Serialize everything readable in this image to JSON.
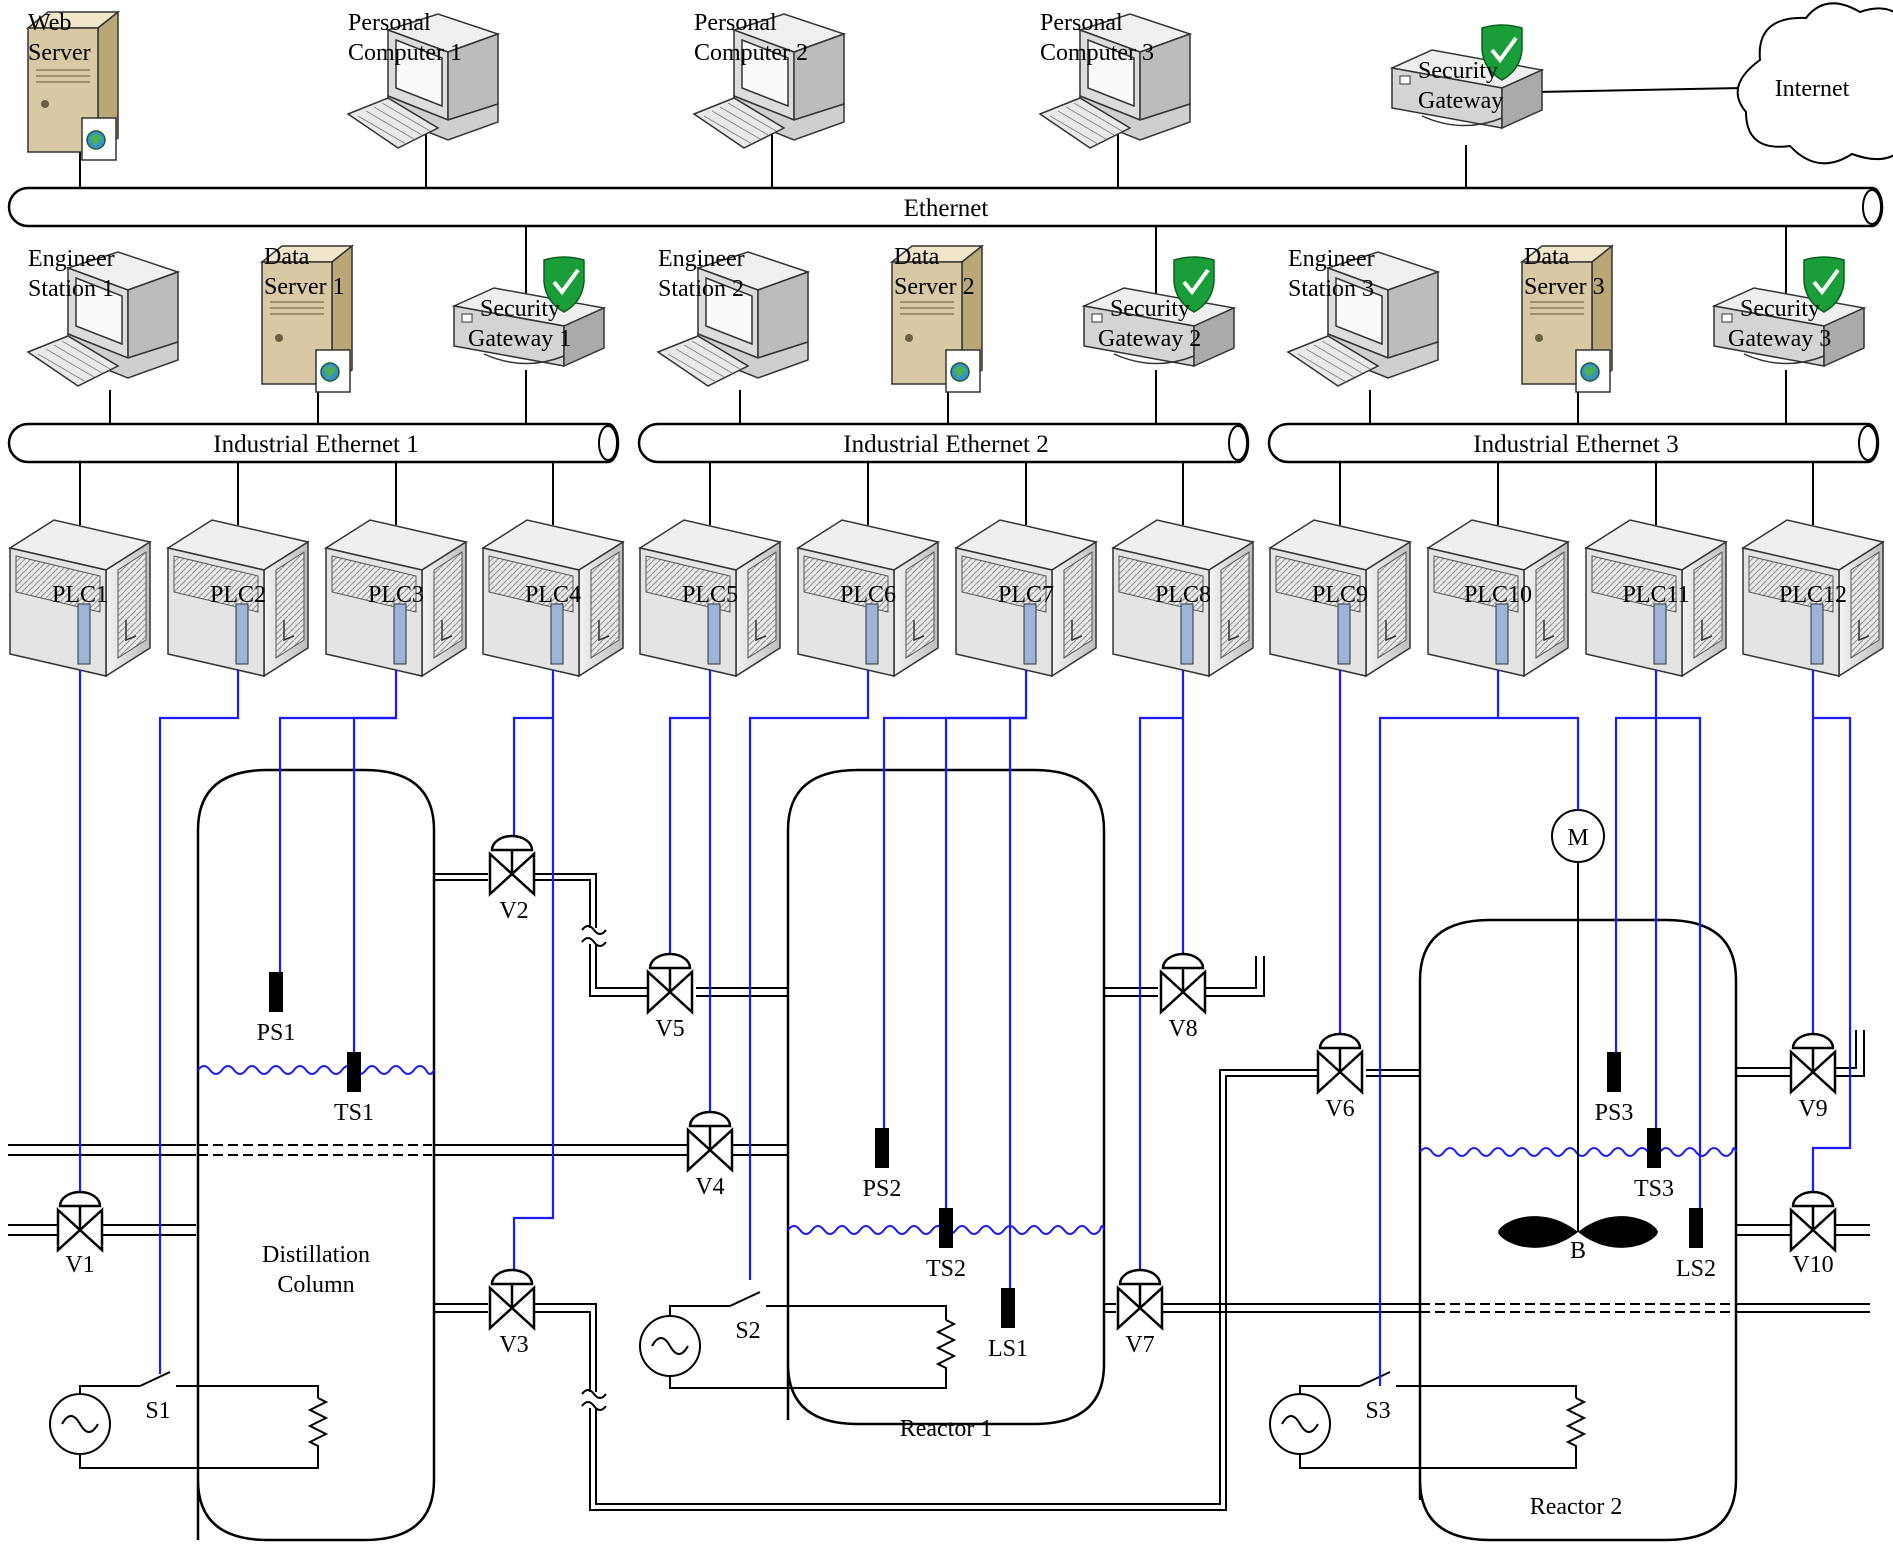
{
  "ethernet": "Ethernet",
  "industrial": [
    "Industrial Ethernet 1",
    "Industrial Ethernet 2",
    "Industrial Ethernet 3"
  ],
  "top_devices": [
    {
      "kind": "server",
      "lines": [
        "Web",
        "Server"
      ]
    },
    {
      "kind": "pc",
      "lines": [
        "Personal",
        "Computer 1"
      ]
    },
    {
      "kind": "pc",
      "lines": [
        "Personal",
        "Computer 2"
      ]
    },
    {
      "kind": "pc",
      "lines": [
        "Personal",
        "Computer 3"
      ]
    },
    {
      "kind": "gateway",
      "lines": [
        "Security",
        "Gateway"
      ]
    }
  ],
  "internet": "Internet",
  "engineer_stations": [
    [
      "Engineer",
      "Station 1"
    ],
    [
      "Engineer",
      "Station 2"
    ],
    [
      "Engineer",
      "Station 3"
    ]
  ],
  "data_servers": [
    [
      "Data",
      "Server 1"
    ],
    [
      "Data",
      "Server 2"
    ],
    [
      "Data",
      "Server 3"
    ]
  ],
  "security_gateways": [
    [
      "Security",
      "Gateway 1"
    ],
    [
      "Security",
      "Gateway 2"
    ],
    [
      "Security",
      "Gateway 3"
    ]
  ],
  "plcs": [
    "PLC1",
    "PLC2",
    "PLC3",
    "PLC4",
    "PLC5",
    "PLC6",
    "PLC7",
    "PLC8",
    "PLC9",
    "PLC10",
    "PLC11",
    "PLC12"
  ],
  "valves": [
    "V1",
    "V2",
    "V3",
    "V4",
    "V5",
    "V6",
    "V7",
    "V8",
    "V9",
    "V10"
  ],
  "sensors": [
    "PS1",
    "TS1",
    "PS2",
    "TS2",
    "LS1",
    "PS3",
    "TS3",
    "LS2"
  ],
  "switches": [
    "S1",
    "S2",
    "S3"
  ],
  "vessels": {
    "column": [
      "Distillation",
      "Column"
    ],
    "reactor1": "Reactor 1",
    "reactor2": "Reactor 2"
  },
  "motor": "M",
  "blade": "B",
  "colors": {
    "control_line": "#1a1aff",
    "shield": "#1a9e3a",
    "server_body": "#d8c9a4",
    "device_gray": "#e6e6e6"
  }
}
